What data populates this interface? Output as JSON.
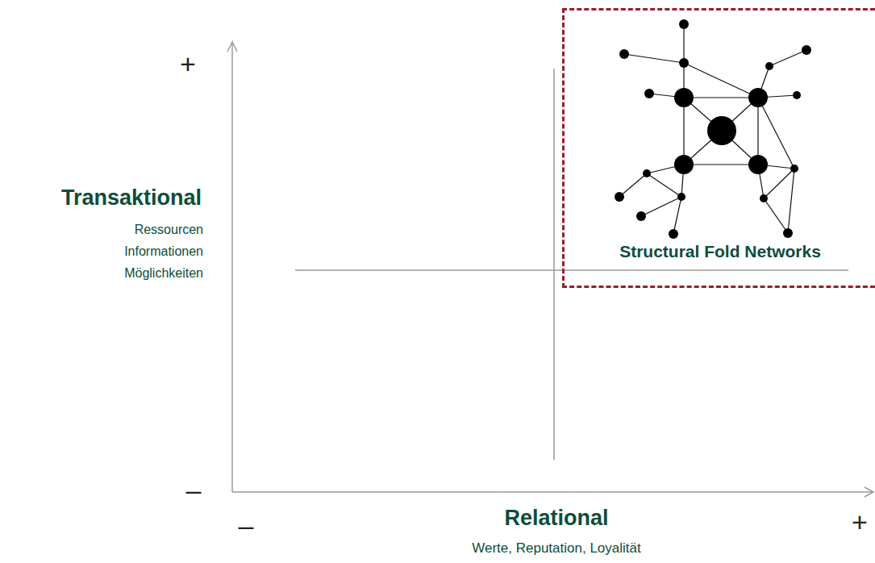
{
  "diagram": {
    "nodes": [
      {
        "text": [
          "Structural Fold Networks"
        ]
      }
    ],
    "labels": [
      "+",
      "Transaktional",
      "Ressourcen",
      "Informationen",
      "Möglichkeiten",
      "–",
      "–",
      "Relational",
      "Werte, Reputation, Loyalität",
      "+"
    ]
  }
}
